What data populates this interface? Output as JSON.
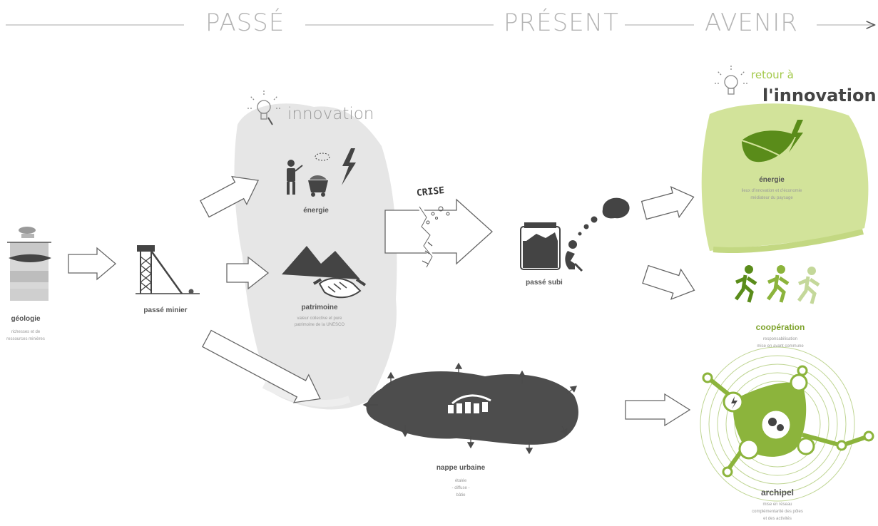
{
  "timeline": {
    "past": "PASSÉ",
    "present": "PRÉSENT",
    "future": "AVENIR"
  },
  "headings": {
    "innovation": "innovation",
    "retour_line1": "retour à",
    "retour_line2": "l'innovation",
    "crise": "CRISE"
  },
  "nodes": {
    "geologie": {
      "title": "géologie",
      "sub1": "richesses et de",
      "sub2": "ressources minières"
    },
    "passe_minier": {
      "title": "passé minier"
    },
    "energie_past": {
      "title": "énergie"
    },
    "patrimoine": {
      "title": "patrimoine",
      "sub1": "valeur collective et pure",
      "sub2": "patrimoine de la UNESCO"
    },
    "passe_subi": {
      "title": "passé subi"
    },
    "nappe_urbaine": {
      "title": "nappe urbaine",
      "sub1": "étalée",
      "sub2": "- diffuse -",
      "sub3": "bâtie"
    },
    "energie_future": {
      "title": "énergie",
      "sub1": "lieux d'innovation et d'économie",
      "sub2": "médiateur du paysage"
    },
    "cooperation": {
      "title": "coopération",
      "sub1": "responsabilisation",
      "sub2": "mise en avant commune"
    },
    "archipel": {
      "title": "archipel",
      "sub1": "mise en réseau",
      "sub2": "complémentarité des pôles",
      "sub3": "et des activités"
    }
  },
  "colors": {
    "accent_green": "#8cb43c",
    "light_green": "#d2e39a",
    "dark_grey": "#555555",
    "light_grey": "#e8e8e8"
  }
}
